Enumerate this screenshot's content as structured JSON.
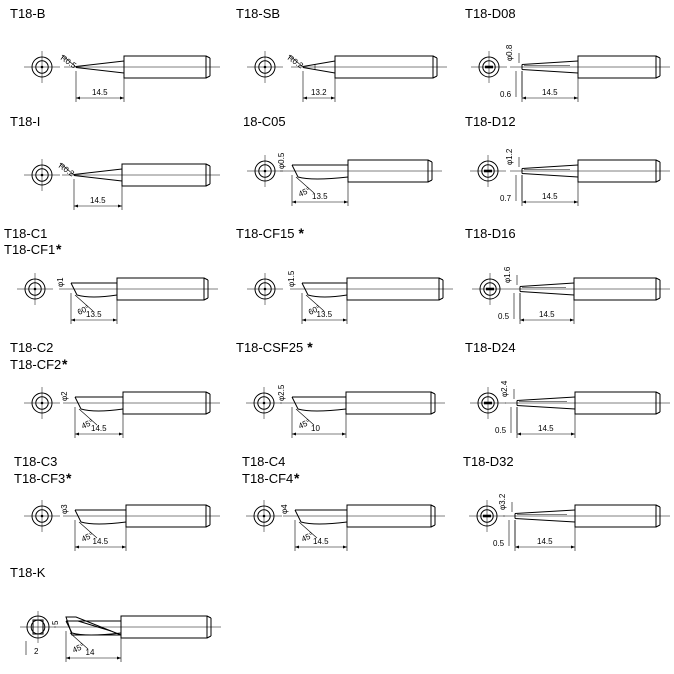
{
  "tips": [
    {
      "name": "t18-b",
      "title1": "T18-B",
      "title2": "",
      "star": "",
      "kind": "cone",
      "spec": "R0.5",
      "length": "14.5",
      "gap": "",
      "angle": ""
    },
    {
      "name": "t18-sb",
      "title1": "T18-SB",
      "title2": "",
      "star": "",
      "kind": "cone2",
      "spec": "R0.2",
      "length": "13.2",
      "gap": "",
      "angle": ""
    },
    {
      "name": "t18-d08",
      "title1": "T18-D08",
      "title2": "",
      "star": "",
      "kind": "flat",
      "spec": "φ0.8",
      "length": "14.5",
      "gap": "0.6",
      "angle": ""
    },
    {
      "name": "t18-i",
      "title1": "T18-I",
      "title2": "",
      "star": "",
      "kind": "cone",
      "spec": "R0.2",
      "length": "14.5",
      "gap": "",
      "angle": ""
    },
    {
      "name": "18-c05",
      "title1": "18-C05",
      "title2": "",
      "star": "",
      "kind": "bevel",
      "spec": "φ0.5",
      "length": "13.5",
      "gap": "",
      "angle": "45°"
    },
    {
      "name": "t18-d12",
      "title1": "T18-D12",
      "title2": "",
      "star": "",
      "kind": "flat",
      "spec": "φ1.2",
      "length": "14.5",
      "gap": "0.7",
      "angle": ""
    },
    {
      "name": "t18-c1",
      "title1": "T18-C1",
      "title2": "T18-CF1",
      "star": "*",
      "kind": "bevel",
      "spec": "φ1",
      "length": "13.5",
      "gap": "",
      "angle": "60°"
    },
    {
      "name": "t18-cf15",
      "title1": "T18-CF15",
      "title2": "",
      "star": "*",
      "kind": "bevel",
      "spec": "φ1.5",
      "length": "13.5",
      "gap": "",
      "angle": "60°"
    },
    {
      "name": "t18-d16",
      "title1": "T18-D16",
      "title2": "",
      "star": "",
      "kind": "flat",
      "spec": "φ1.6",
      "length": "14.5",
      "gap": "0.5",
      "angle": ""
    },
    {
      "name": "t18-c2",
      "title1": "T18-C2",
      "title2": "T18-CF2",
      "star": "*",
      "kind": "bevel",
      "spec": "φ2",
      "length": "14.5",
      "gap": "",
      "angle": "45°"
    },
    {
      "name": "t18-csf25",
      "title1": "T18-CSF25",
      "title2": "",
      "star": "*",
      "kind": "bevel",
      "spec": "φ2.5",
      "length": "10",
      "gap": "",
      "angle": "45°"
    },
    {
      "name": "t18-d24",
      "title1": "T18-D24",
      "title2": "",
      "star": "",
      "kind": "flat",
      "spec": "φ2.4",
      "length": "14.5",
      "gap": "0.5",
      "angle": ""
    },
    {
      "name": "t18-c3",
      "title1": "T18-C3",
      "title2": "T18-CF3",
      "star": "*",
      "kind": "bevel",
      "spec": "φ3",
      "length": "14.5",
      "gap": "",
      "angle": "45°"
    },
    {
      "name": "t18-c4",
      "title1": "T18-C4",
      "title2": "T18-CF4",
      "star": "*",
      "kind": "bevel",
      "spec": "φ4",
      "length": "14.5",
      "gap": "",
      "angle": "45°"
    },
    {
      "name": "t18-d32",
      "title1": "T18-D32",
      "title2": "",
      "star": "",
      "kind": "flat",
      "spec": "φ3.2",
      "length": "14.5",
      "gap": "0.5",
      "angle": ""
    },
    {
      "name": "t18-k",
      "title1": "T18-K",
      "title2": "",
      "star": "",
      "kind": "knife",
      "spec": "5",
      "length": "14",
      "gap": "2",
      "angle": "45°"
    }
  ]
}
